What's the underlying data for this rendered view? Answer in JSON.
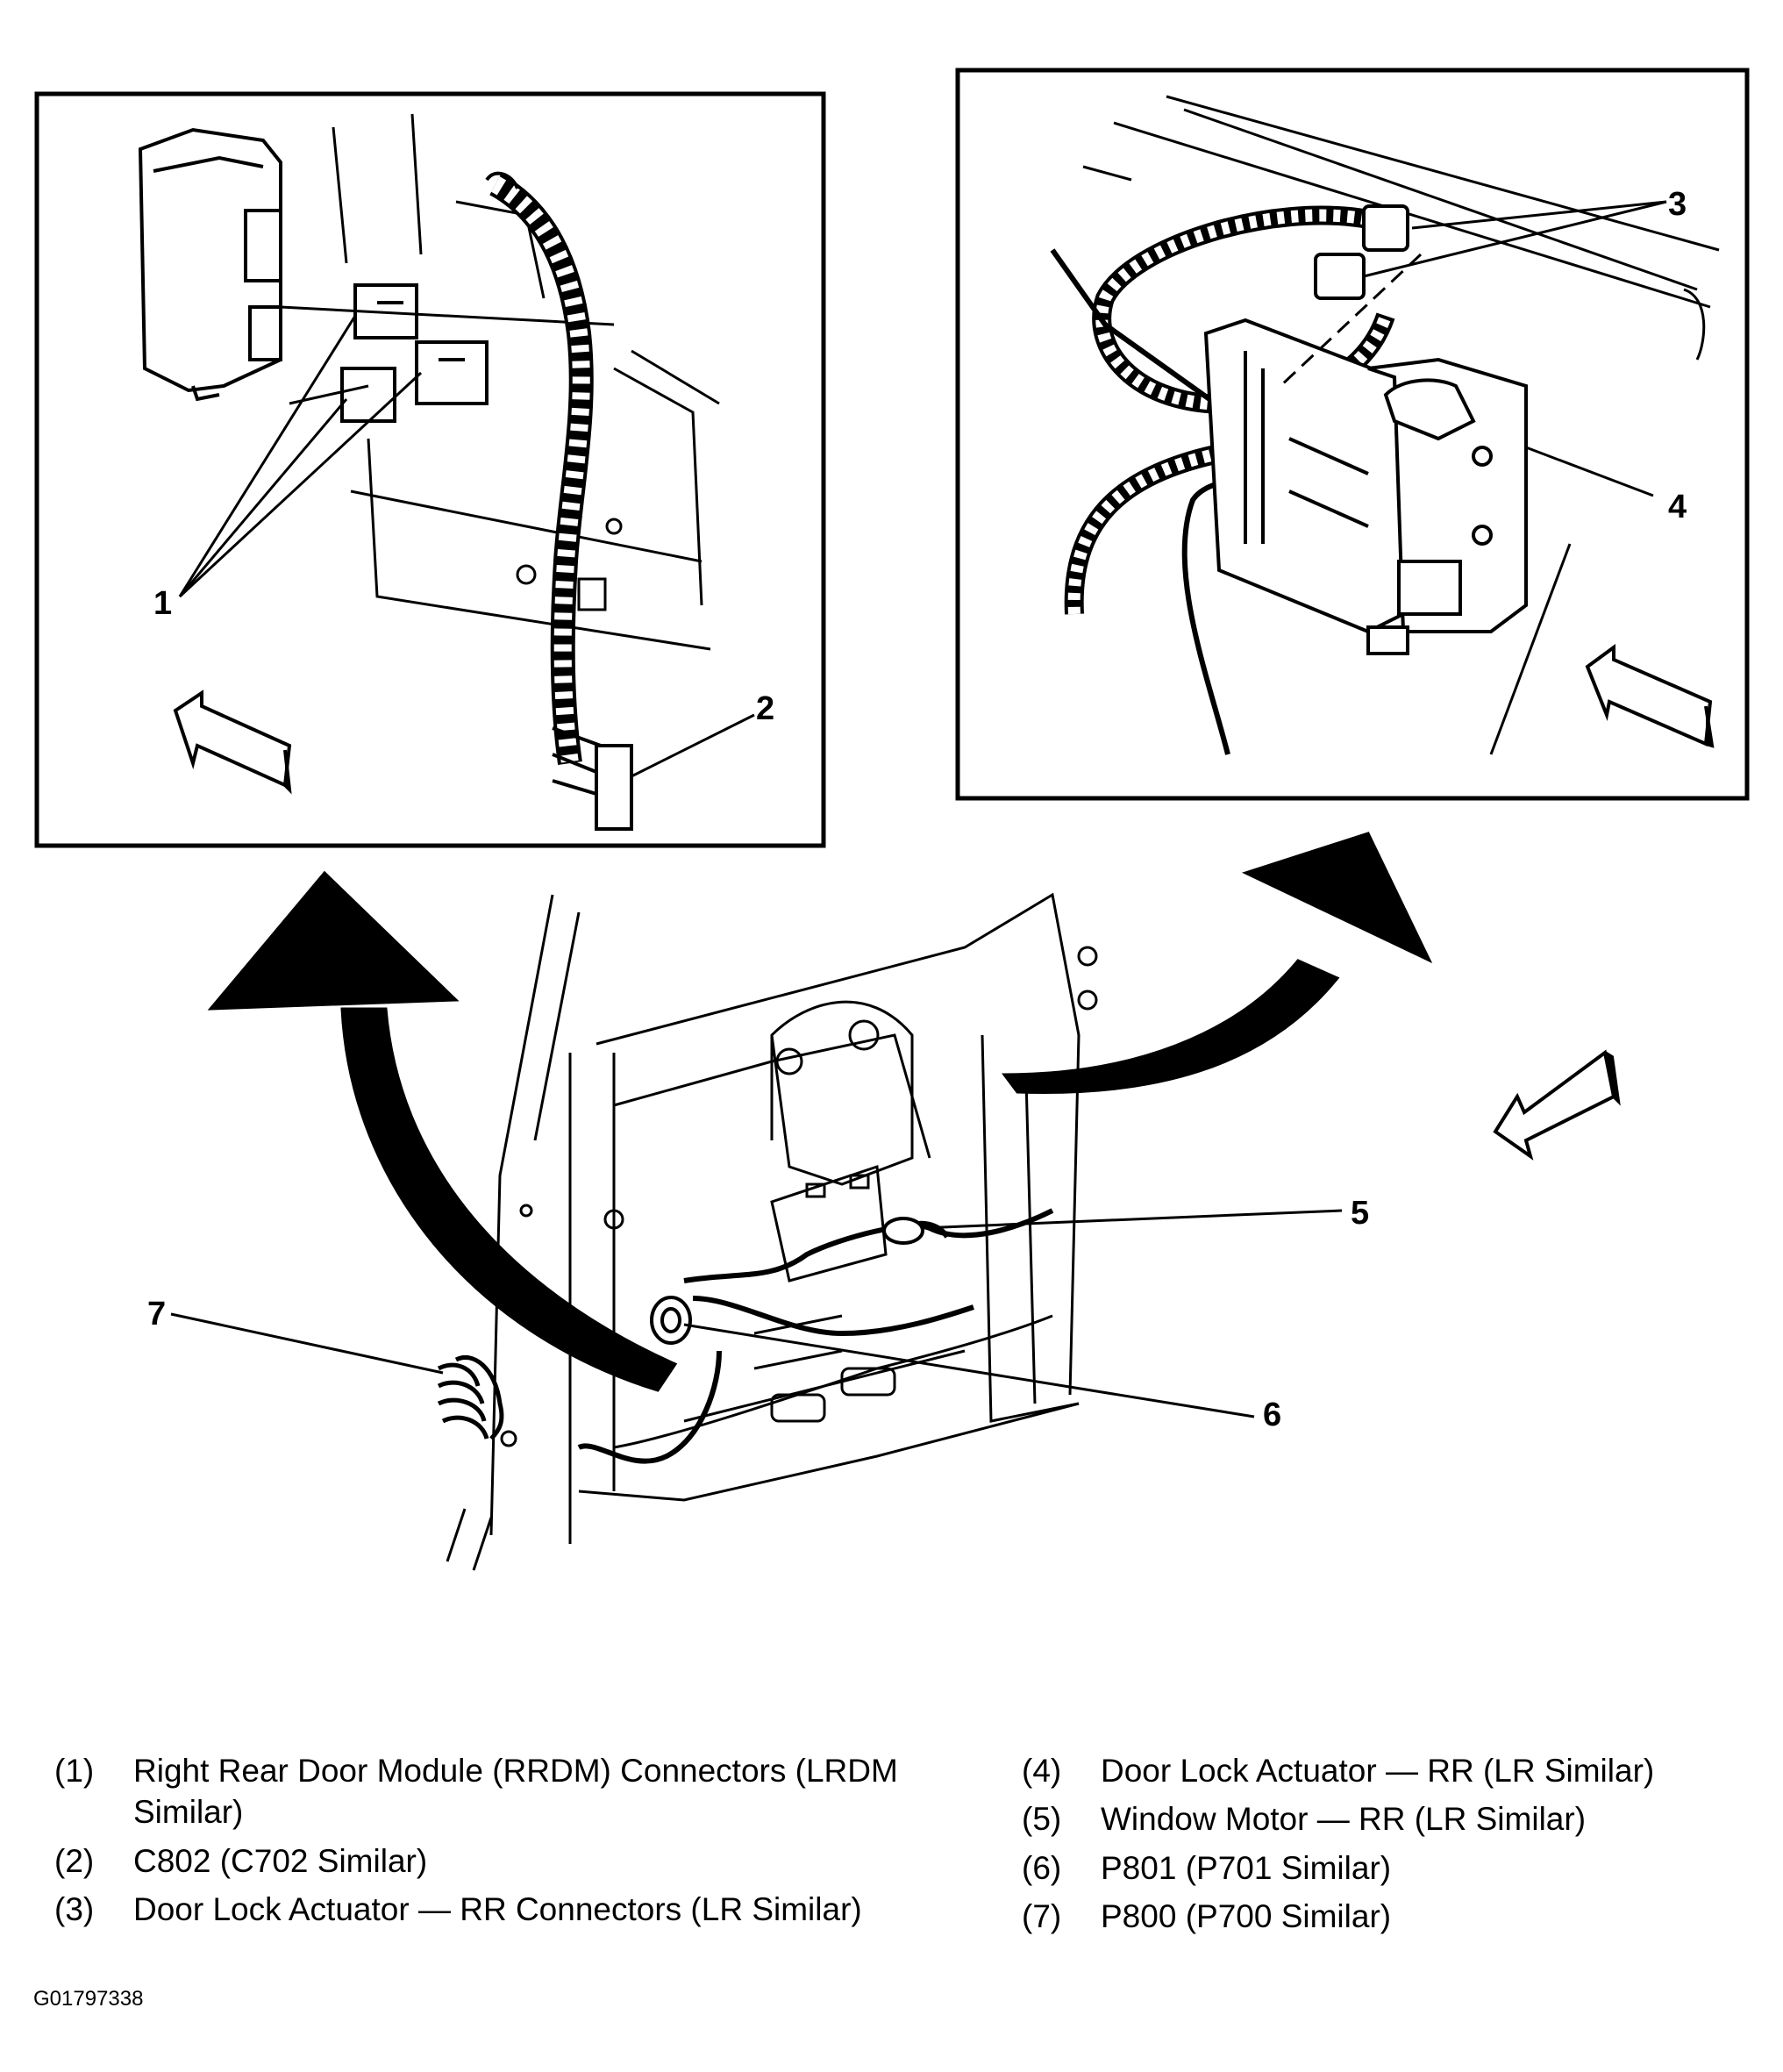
{
  "callouts": [
    "1",
    "2",
    "3",
    "4",
    "5",
    "6",
    "7"
  ],
  "legend": {
    "left": [
      {
        "num": "(1)",
        "text": "Right Rear Door Module (RRDM) Connectors (LRDM Similar)"
      },
      {
        "num": "(2)",
        "text": "C802 (C702 Similar)"
      },
      {
        "num": "(3)",
        "text": "Door Lock Actuator — RR Connectors (LR Similar)"
      }
    ],
    "right": [
      {
        "num": "(4)",
        "text": "Door Lock Actuator — RR (LR Similar)"
      },
      {
        "num": "(5)",
        "text": "Window Motor — RR (LR Similar)"
      },
      {
        "num": "(6)",
        "text": "P801 (P701 Similar)"
      },
      {
        "num": "(7)",
        "text": "P800 (P700 Similar)"
      }
    ]
  },
  "figure_id": "G01797338",
  "colors": {
    "line": "#000000",
    "background": "#ffffff"
  }
}
